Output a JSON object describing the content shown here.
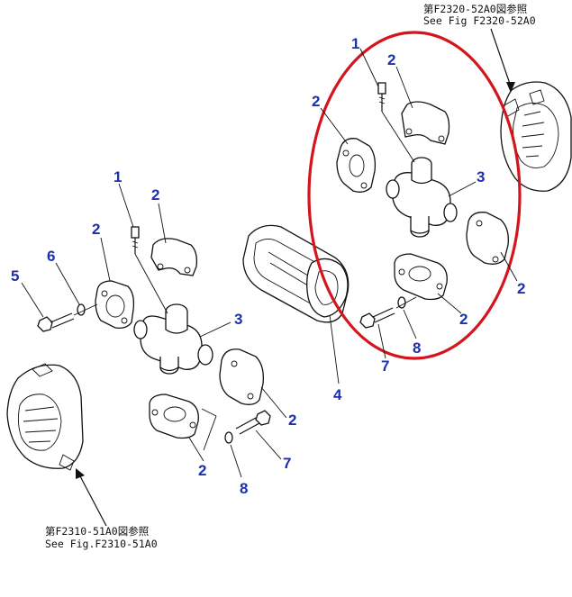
{
  "references": {
    "top_jp": "第F2320-52A0図参照",
    "top_en": "See Fig F2320-52A0",
    "bottom_jp": "第F2310-51A0図参照",
    "bottom_en": "See Fig.F2310-51A0"
  },
  "callouts": [
    {
      "id": "c1a",
      "label": "1"
    },
    {
      "id": "c2a",
      "label": "2"
    },
    {
      "id": "c2b",
      "label": "2"
    },
    {
      "id": "c3a",
      "label": "3"
    },
    {
      "id": "c2c",
      "label": "2"
    },
    {
      "id": "c2d",
      "label": "2"
    },
    {
      "id": "c8a",
      "label": "8"
    },
    {
      "id": "c7a",
      "label": "7"
    },
    {
      "id": "c1b",
      "label": "1"
    },
    {
      "id": "c2e",
      "label": "2"
    },
    {
      "id": "c2f",
      "label": "2"
    },
    {
      "id": "c6",
      "label": "6"
    },
    {
      "id": "c5",
      "label": "5"
    },
    {
      "id": "c3b",
      "label": "3"
    },
    {
      "id": "c4",
      "label": "4"
    },
    {
      "id": "c2g",
      "label": "2"
    },
    {
      "id": "c2h",
      "label": "2"
    },
    {
      "id": "c7b",
      "label": "7"
    },
    {
      "id": "c8b",
      "label": "8"
    }
  ],
  "colors": {
    "callout": "#1d2fb0",
    "highlight": "#d4151d",
    "linework": "#111111"
  }
}
